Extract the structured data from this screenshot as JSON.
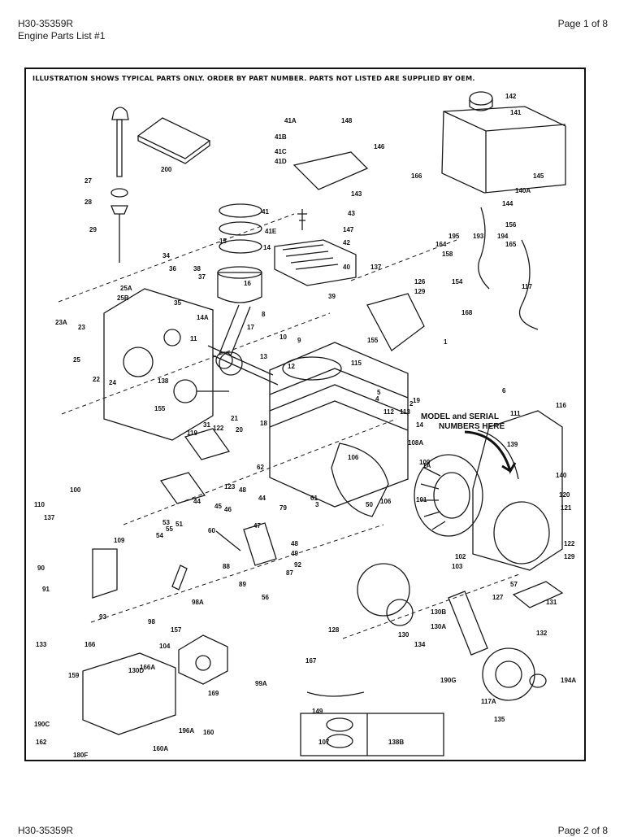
{
  "header": {
    "doc_number": "H30-35359R",
    "doc_title": "Engine Parts List #1",
    "page_label": "Page 1 of 8"
  },
  "diagram": {
    "caption": "ILLUSTRATION SHOWS TYPICAL PARTS ONLY. ORDER BY PART NUMBER. PARTS NOT LISTED ARE SUPPLIED BY OEM.",
    "model_note_line1": "MODEL and SERIAL",
    "model_note_line2": "NUMBERS HERE",
    "labels": [
      "142",
      "141",
      "148",
      "41A",
      "41B",
      "41C",
      "41D",
      "143",
      "146",
      "145",
      "166",
      "140A",
      "144",
      "200",
      "27",
      "28",
      "29",
      "41",
      "43",
      "41E",
      "147",
      "42",
      "156",
      "164",
      "165",
      "15",
      "14",
      "34",
      "36",
      "38",
      "37",
      "35",
      "40",
      "137",
      "39",
      "158",
      "117",
      "154",
      "129",
      "126",
      "168",
      "25A",
      "25B",
      "23A",
      "23",
      "22",
      "24",
      "25",
      "14A",
      "16",
      "17",
      "8",
      "10",
      "9",
      "11",
      "13",
      "12",
      "115",
      "1",
      "155",
      "138",
      "155",
      "31",
      "21",
      "20",
      "18",
      "19",
      "2",
      "5",
      "4",
      "112",
      "113",
      "14",
      "108A",
      "109",
      "1A",
      "6",
      "111",
      "116",
      "139",
      "140",
      "120",
      "121",
      "119",
      "122",
      "123",
      "45",
      "44",
      "46",
      "48",
      "44",
      "79",
      "62",
      "61",
      "3",
      "50",
      "106",
      "106",
      "101",
      "100",
      "110",
      "137",
      "109",
      "51",
      "53",
      "55",
      "54",
      "60",
      "47",
      "48",
      "49",
      "92",
      "87",
      "88",
      "89",
      "90",
      "91",
      "93",
      "56",
      "98A",
      "98",
      "157",
      "104",
      "102",
      "103",
      "57",
      "127",
      "122",
      "129",
      "128",
      "130",
      "130B",
      "130A",
      "134",
      "131",
      "132",
      "133",
      "166",
      "166A",
      "130D",
      "99A",
      "169",
      "159",
      "196A",
      "190C",
      "162",
      "160A",
      "180F",
      "160",
      "167",
      "190G",
      "194A",
      "117A",
      "135",
      "149",
      "107",
      "138B",
      "195",
      "193",
      "194"
    ]
  },
  "footer": {
    "doc_number": "H30-35359R",
    "page_label": "Page 2 of 8"
  }
}
